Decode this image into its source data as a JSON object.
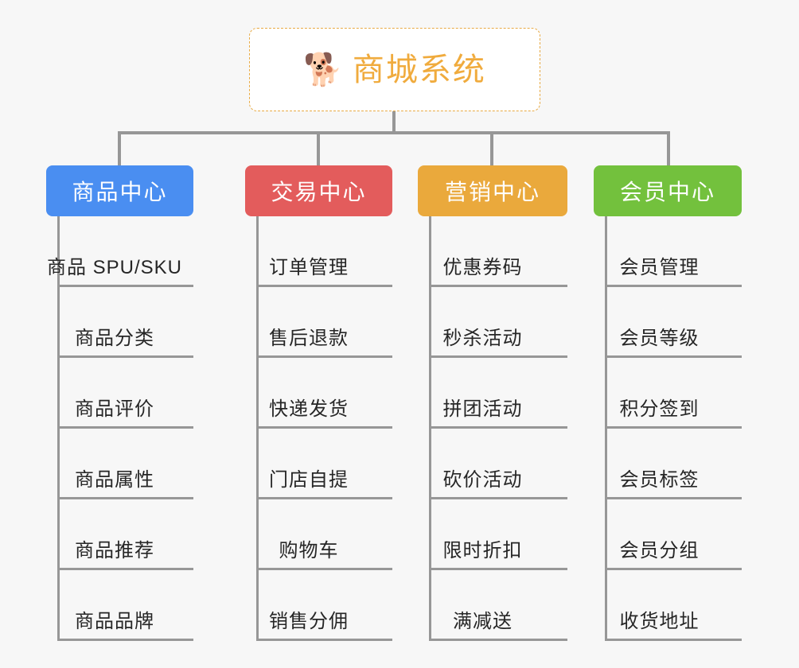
{
  "root": {
    "icon": "shiba-dog-face-emoji",
    "emoji": "🐕",
    "title": "商城系统",
    "title_color": "#f0ab3d",
    "border_color": "#e8aa44",
    "background": "#ffffff"
  },
  "canvas": {
    "background": "#f7f7f7",
    "connector_color": "#979797"
  },
  "columns": [
    {
      "id": "product-center",
      "header": "商品中心",
      "color": "#4a8ef1",
      "items": [
        "商品 SPU/SKU",
        "商品分类",
        "商品评价",
        "商品属性",
        "商品推荐",
        "商品品牌"
      ]
    },
    {
      "id": "trade-center",
      "header": "交易中心",
      "color": "#e35c5c",
      "items": [
        "订单管理",
        "售后退款",
        "快递发货",
        "门店自提",
        "购物车",
        "销售分佣"
      ]
    },
    {
      "id": "marketing-center",
      "header": "营销中心",
      "color": "#eaa93c",
      "items": [
        "优惠券码",
        "秒杀活动",
        "拼团活动",
        "砍价活动",
        "限时折扣",
        "满减送"
      ]
    },
    {
      "id": "member-center",
      "header": "会员中心",
      "color": "#73c13d",
      "items": [
        "会员管理",
        "会员等级",
        "积分签到",
        "会员标签",
        "会员分组",
        "收货地址"
      ]
    }
  ]
}
